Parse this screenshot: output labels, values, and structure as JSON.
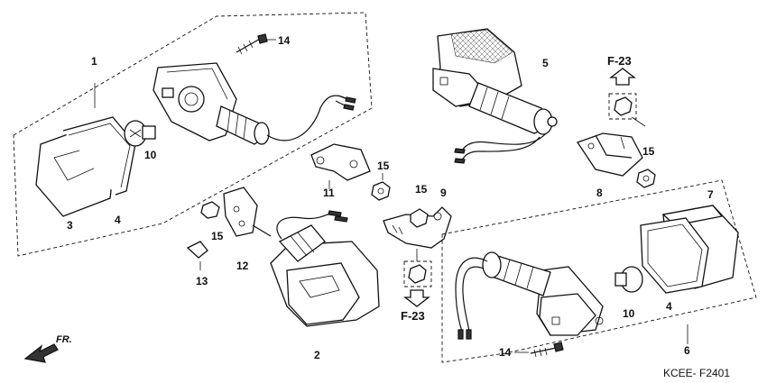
{
  "diagram": {
    "code": "KCEE- F2401",
    "direction_label": "FR.",
    "ref_top": "F-23",
    "ref_bottom": "F-23",
    "callouts": [
      "1",
      "2",
      "3",
      "4",
      "5",
      "6",
      "7",
      "8",
      "9",
      "10",
      "11",
      "12",
      "13",
      "14",
      "15"
    ],
    "labels": {
      "l1": "1",
      "l2": "2",
      "l3": "3",
      "l4a": "4",
      "l4b": "4",
      "l5": "5",
      "l6": "6",
      "l7": "7",
      "l8": "8",
      "l9": "9",
      "l10a": "10",
      "l10b": "10",
      "l11": "11",
      "l12": "12",
      "l13": "13",
      "l14a": "14",
      "l14b": "14",
      "l15a": "15",
      "l15b": "15",
      "l15c": "15",
      "l15d": "15"
    }
  }
}
